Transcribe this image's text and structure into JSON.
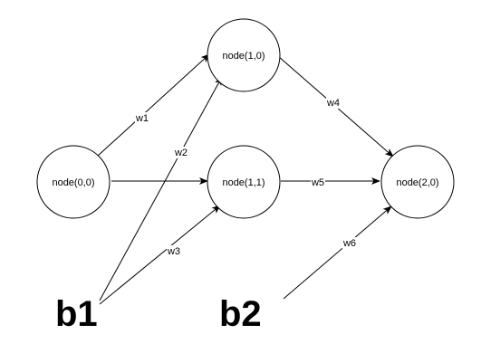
{
  "nodes": [
    {
      "id": "n00",
      "label": "node(0,0)"
    },
    {
      "id": "n10",
      "label": "node(1,0)"
    },
    {
      "id": "n11",
      "label": "node(1,1)"
    },
    {
      "id": "n20",
      "label": "node(2,0)"
    }
  ],
  "biases": [
    {
      "id": "b1",
      "label": "b1"
    },
    {
      "id": "b2",
      "label": "b2"
    }
  ],
  "edges": [
    {
      "id": "e-n00-n10",
      "from": "node(0,0)",
      "to": "node(1,0)",
      "label": "w1"
    },
    {
      "id": "e-b1-n10",
      "from": "b1",
      "to": "node(1,0)",
      "label": "w2"
    },
    {
      "id": "e-b1-n11",
      "from": "b1",
      "to": "node(1,1)",
      "label": "w3"
    },
    {
      "id": "e-n00-n11",
      "from": "node(0,0)",
      "to": "node(1,1)",
      "label": ""
    },
    {
      "id": "e-n10-n20",
      "from": "node(1,0)",
      "to": "node(2,0)",
      "label": "w4"
    },
    {
      "id": "e-n11-n20",
      "from": "node(1,1)",
      "to": "node(2,0)",
      "label": "w5"
    },
    {
      "id": "e-b2-n20",
      "from": "b2",
      "to": "node(2,0)",
      "label": "w6"
    }
  ],
  "colors": {
    "stroke": "#000000",
    "fill": "#ffffff",
    "text": "#000000"
  }
}
